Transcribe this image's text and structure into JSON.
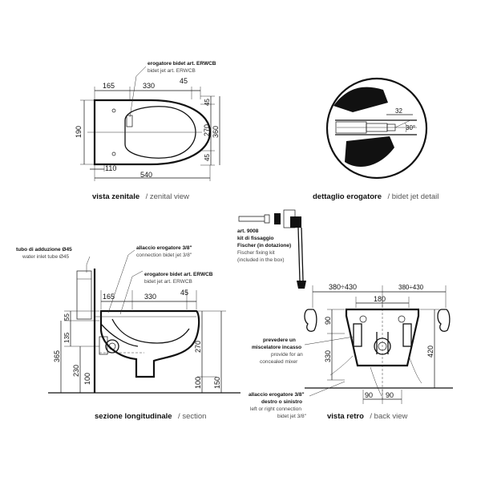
{
  "top_view": {
    "note_bold": "erogatore bidet art. ERWCB",
    "note_italic": "bidet jet art. ERWCB",
    "dim_165": "165",
    "dim_330": "330",
    "dim_45": "45",
    "dim_190": "190",
    "dim_45_right_top": "45",
    "dim_270": "270",
    "dim_45_right_bottom": "45",
    "dim_360": "360",
    "dim_110": "110",
    "dim_540": "540",
    "caption_bold": "vista zenitale",
    "caption_regular": "/ zenital view"
  },
  "detail": {
    "dim_32": "32",
    "dim_30deg": "30°",
    "caption_bold": "dettaglio erogatore",
    "caption_regular": "/ bidet jet detail"
  },
  "kit": {
    "art": "art. 9008",
    "line1_bold": "kit di fissaggio",
    "line2_bold": "Fischer (in dotazione)",
    "line1_italic": "Fischer fixing kit",
    "line2_italic": "(included in the box)"
  },
  "section": {
    "note_tube_bold": "tubo di adduzione Ø45",
    "note_tube_italic": "water inlet tube Ø45",
    "note_conn_bold": "allaccio erogatore 3/8\"",
    "note_conn_italic": "connection bidet jet 3/8\"",
    "note_jet_bold": "erogatore bidet art. ERWCB",
    "note_jet_italic": "bidet jet art. ERWCB",
    "dim_165": "165",
    "dim_330": "330",
    "dim_45": "45",
    "dim_55": "55",
    "dim_135": "135",
    "dim_365": "365",
    "dim_230": "230",
    "dim_270": "270",
    "dim_100_left": "100",
    "dim_100_right": "100",
    "dim_150": "150",
    "caption_bold": "sezione longitudinale",
    "caption_regular": "/ section"
  },
  "back_view": {
    "dim_380_left": "380÷430",
    "dim_380_right": "380÷430",
    "dim_180": "180",
    "dim_90_side": "90",
    "dim_330": "330",
    "dim_420": "420",
    "dim_90_bottom_left": "90",
    "dim_90_bottom_right": "90",
    "note_mixer_bold_1": "prevedere un",
    "note_mixer_bold_2": "miscelatore incasso",
    "note_mixer_italic_1": "provide for an",
    "note_mixer_italic_2": "concealed mixer",
    "note_conn_bold_1": "allaccio erogatore 3/8\"",
    "note_conn_bold_2": "destro o sinistro",
    "note_conn_italic_1": "left or right connection",
    "note_conn_italic_2": "bidet jet 3/8\"",
    "caption_bold": "vista retro",
    "caption_regular": "/ back view"
  }
}
